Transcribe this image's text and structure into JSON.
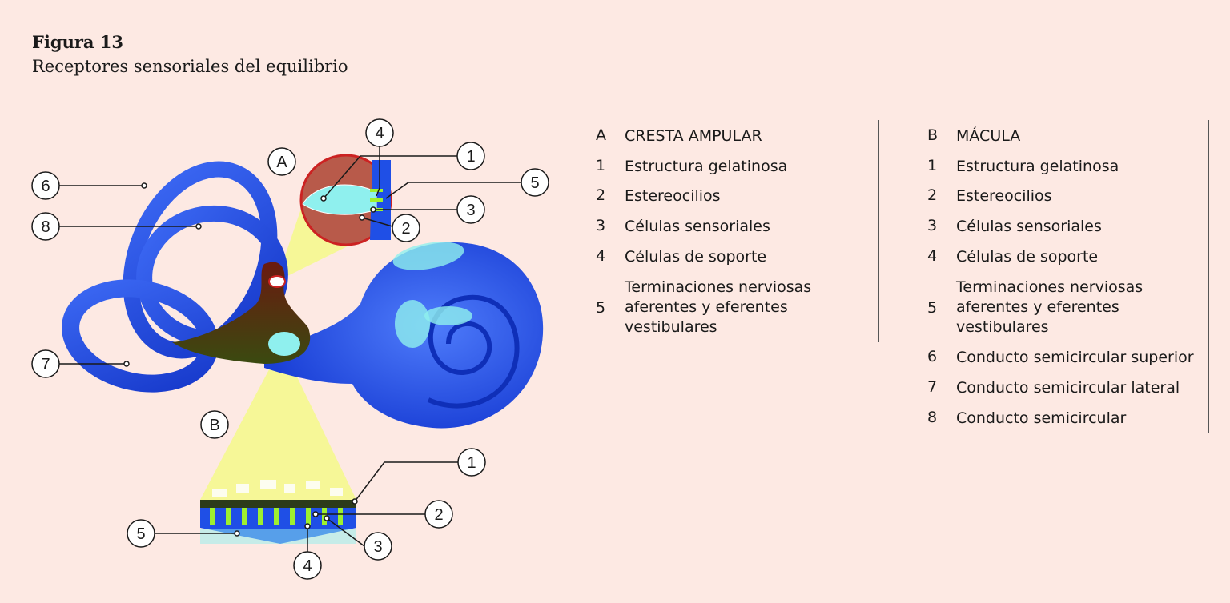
{
  "figure": {
    "number": "Figura 13",
    "title": "Receptores sensoriales del equilibrio"
  },
  "diagram": {
    "callouts": [
      "1",
      "2",
      "3",
      "4",
      "5",
      "6",
      "7",
      "8"
    ],
    "sections": [
      "A",
      "B"
    ]
  },
  "legend_a": {
    "key": "A",
    "heading": "CRESTA AMPULAR",
    "items": [
      {
        "k": "1",
        "v": "Estructura gelatinosa"
      },
      {
        "k": "2",
        "v": "Estereocilios"
      },
      {
        "k": "3",
        "v": "Células sensoriales"
      },
      {
        "k": "4",
        "v": "Células de soporte"
      },
      {
        "k": "5",
        "v": "Terminaciones nerviosas aferentes y eferentes vestibulares"
      }
    ]
  },
  "legend_b": {
    "key": "B",
    "heading": "MÁCULA",
    "items": [
      {
        "k": "1",
        "v": "Estructura gelatinosa"
      },
      {
        "k": "2",
        "v": "Estereocilios"
      },
      {
        "k": "3",
        "v": "Células sensoriales"
      },
      {
        "k": "4",
        "v": "Células de soporte"
      },
      {
        "k": "5",
        "v": "Terminaciones nerviosas aferentes y eferentes vestibulares"
      },
      {
        "k": "6",
        "v": "Conducto semicircular superior"
      },
      {
        "k": "7",
        "v": "Conducto semicircular lateral"
      },
      {
        "k": "8",
        "v": "Conducto semicircular"
      }
    ]
  },
  "colors": {
    "background": "#fde9e3",
    "labyrinth": "#1f4fe6",
    "highlight": "#8ff0ee",
    "cone": "#f4f98a",
    "lesion": "#cc2222"
  }
}
